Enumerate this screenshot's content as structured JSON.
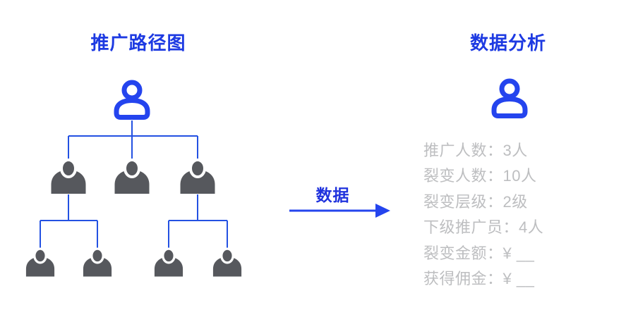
{
  "left_panel": {
    "title": "推广路径图",
    "tree": {
      "root_icon": "person-outline-icon",
      "root_color": "#2444ee",
      "level2_member_count": 3,
      "level3_member_count": 4,
      "member_icon": "person-fill-icon",
      "member_color": "#56585d",
      "connector_color": "#2351e2"
    }
  },
  "flow": {
    "arrow_label": "数据",
    "arrow_icon": "arrow-right-icon",
    "arrow_color": "#2444ee"
  },
  "right_panel": {
    "title": "数据分析",
    "icon": "person-outline-icon",
    "icon_color": "#2444ee",
    "stats": [
      "推广人数：3人",
      "裂变人数：10人",
      "裂变层级：2级",
      "下级推广员：4人",
      "裂变金额：¥ __",
      "获得佣金：¥ __"
    ]
  },
  "colors": {
    "title_blue": "#1d3ae2",
    "line_blue": "#2351e2",
    "icon_blue": "#2444ee",
    "person_gray": "#56585d",
    "stat_text_gray": "#bdbec0",
    "background": "#ffffff"
  }
}
